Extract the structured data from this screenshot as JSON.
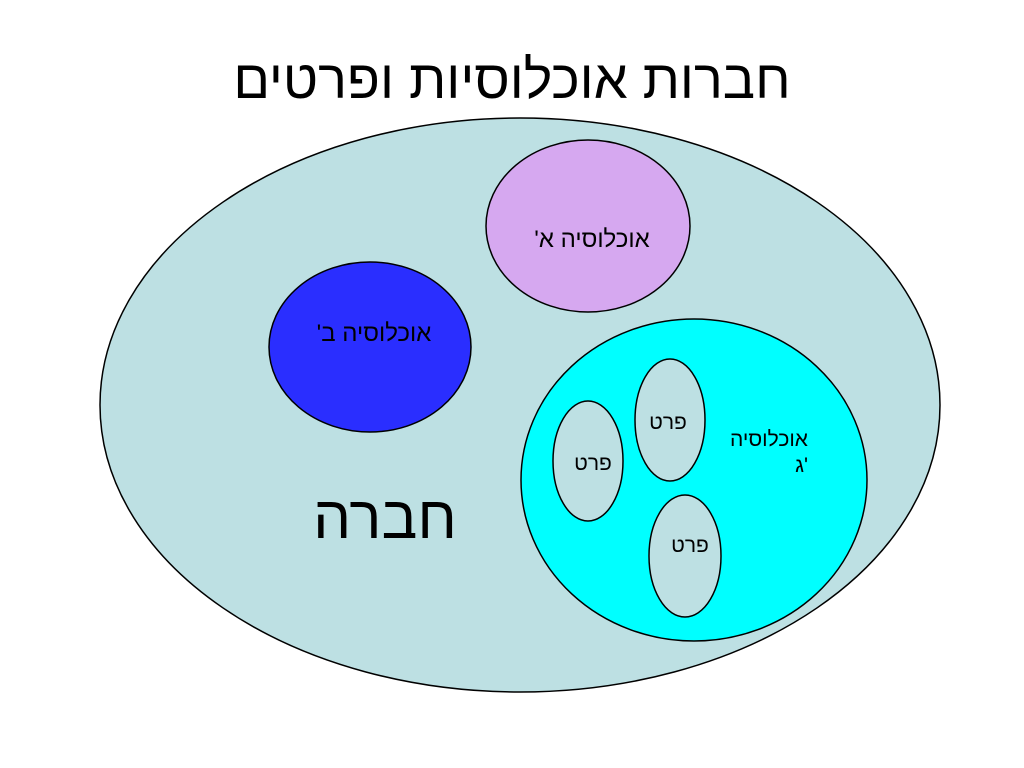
{
  "title": "חברות אוכלוסיות ופרטים",
  "diagram": {
    "society": {
      "label": "חברה",
      "color": "#BDE0E3"
    },
    "population_a": {
      "label": "אוכלוסיה א'",
      "color": "#D6A8F0"
    },
    "population_b": {
      "label": "אוכלוסיה ב'",
      "color": "#2A2EFF"
    },
    "population_c": {
      "label_line1": "אוכלוסיה",
      "label_line2": "ג'",
      "color": "#00FFFF"
    },
    "individual_1": {
      "label": "פרט",
      "color": "#BDE0E3"
    },
    "individual_2": {
      "label": "פרט",
      "color": "#BDE0E3"
    },
    "individual_3": {
      "label": "פרט",
      "color": "#BDE0E3"
    }
  }
}
